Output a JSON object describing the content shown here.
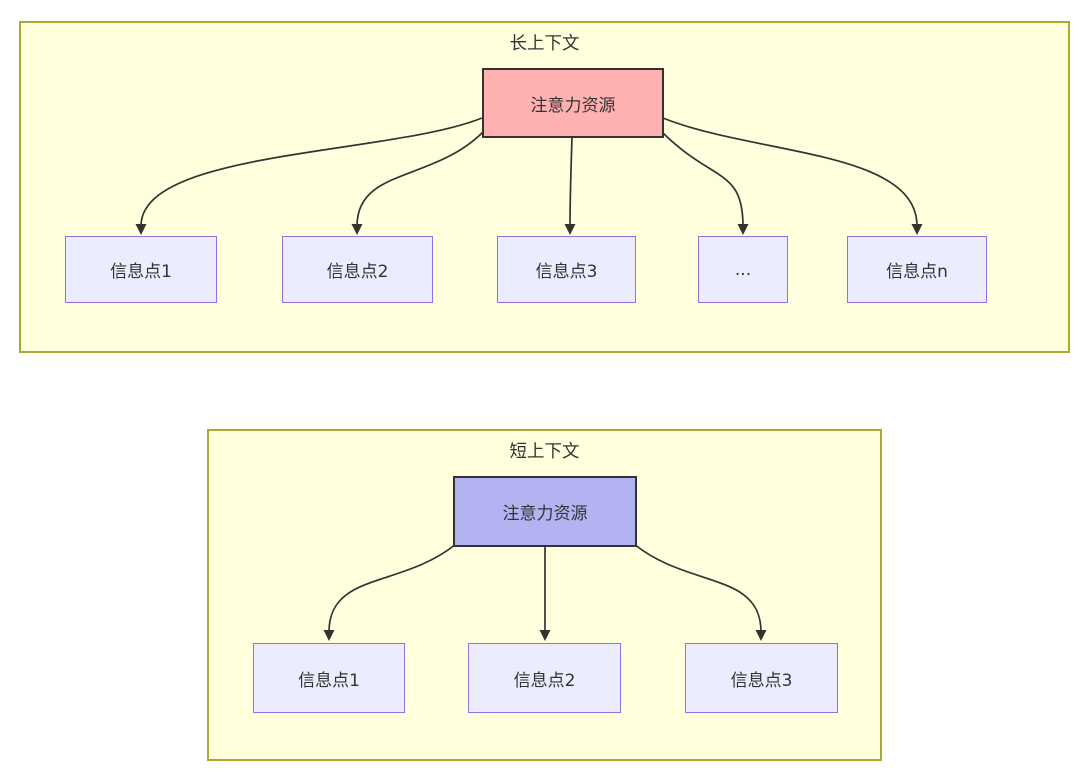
{
  "long_context": {
    "title": "长上下文",
    "root": {
      "label": "注意力资源"
    },
    "nodes": [
      {
        "label": "信息点1"
      },
      {
        "label": "信息点2"
      },
      {
        "label": "信息点3"
      },
      {
        "label": "..."
      },
      {
        "label": "信息点n"
      }
    ]
  },
  "short_context": {
    "title": "短上下文",
    "root": {
      "label": "注意力资源"
    },
    "nodes": [
      {
        "label": "信息点1"
      },
      {
        "label": "信息点2"
      },
      {
        "label": "信息点3"
      }
    ]
  },
  "colors": {
    "canvas_bg": "#ffffff",
    "group_fill": "#ffffde",
    "group_border": "#aaaa33",
    "long_root_fill": "#ffb0b0",
    "short_root_fill": "#b3b3f2",
    "root_border": "#333333",
    "node_fill": "#ececff",
    "node_border": "#9370db",
    "edge_color": "#333333",
    "text_color": "#333333"
  }
}
